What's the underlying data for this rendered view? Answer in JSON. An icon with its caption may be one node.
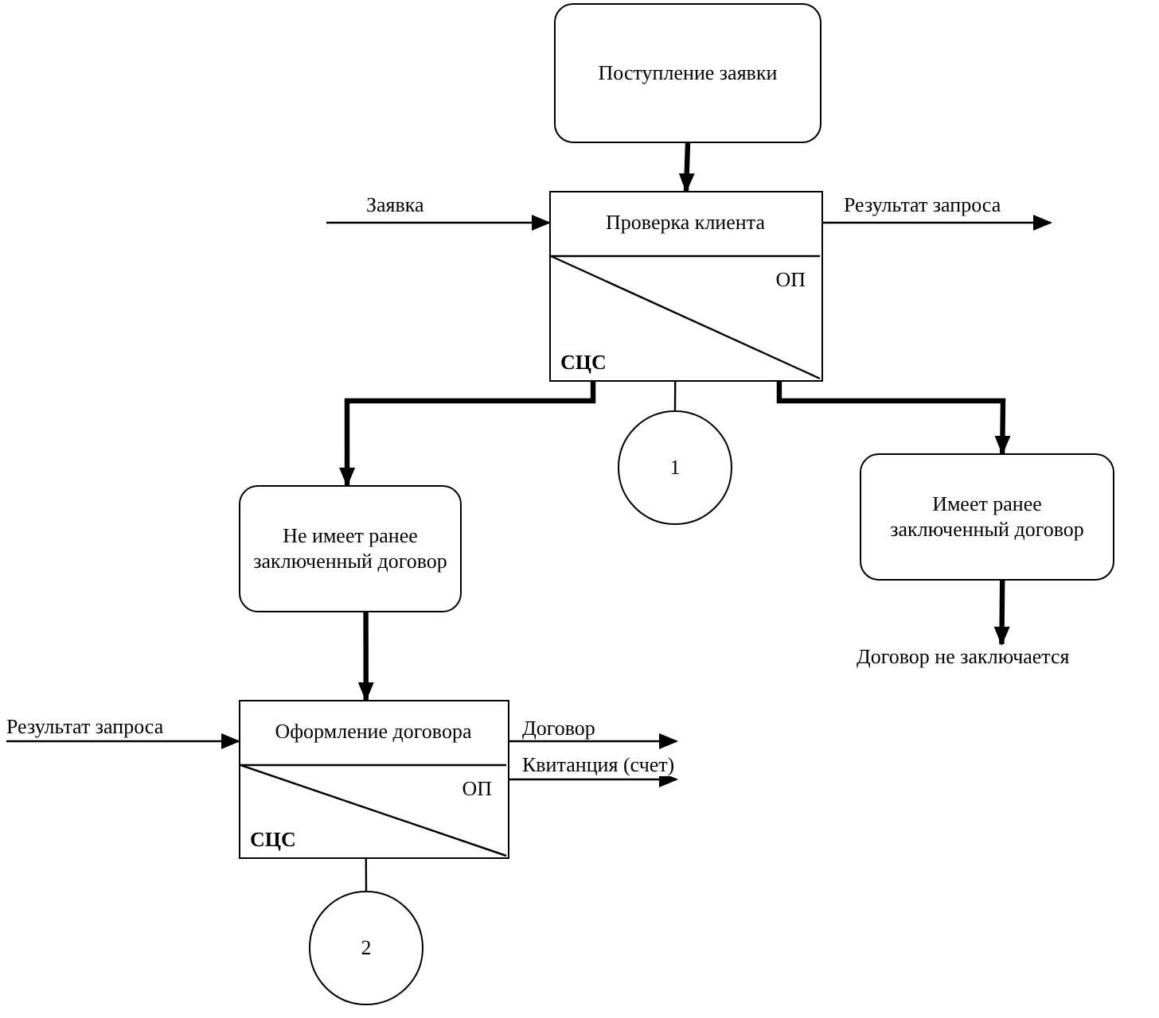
{
  "diagram": {
    "nodes": [
      {
        "text": [
          "Поступление заявки"
        ]
      },
      {
        "text": [
          "Проверка клиента",
          "ОП",
          "СЦС"
        ]
      },
      {
        "text": [
          "1"
        ]
      },
      {
        "text": [
          "Не имеет ранее заключенный договор"
        ]
      },
      {
        "text": [
          "Имеет ранее заключенный договор"
        ]
      },
      {
        "text": [
          "Договор не заключается"
        ]
      },
      {
        "text": [
          "Оформление договора",
          "ОП",
          "СЦС"
        ]
      },
      {
        "text": [
          "2"
        ]
      }
    ],
    "edges": [
      {
        "from": 0,
        "to": 1,
        "arrow": "to",
        "style": "thick"
      },
      {
        "from": null,
        "to": 1,
        "arrow": "to",
        "label": "Заявка"
      },
      {
        "from": 1,
        "to": null,
        "arrow": "to",
        "label": "Результат запроса"
      },
      {
        "from": 1,
        "to": 2,
        "arrow": "none"
      },
      {
        "from": 1,
        "to": 3,
        "arrow": "to",
        "style": "thick"
      },
      {
        "from": 1,
        "to": 4,
        "arrow": "to",
        "style": "thick"
      },
      {
        "from": 4,
        "to": 5,
        "arrow": "to",
        "style": "thick"
      },
      {
        "from": 3,
        "to": 6,
        "arrow": "to",
        "style": "thick"
      },
      {
        "from": null,
        "to": 6,
        "arrow": "to",
        "label": "Результат запроса"
      },
      {
        "from": 6,
        "to": null,
        "arrow": "to",
        "label": "Договор"
      },
      {
        "from": 6,
        "to": null,
        "arrow": "to",
        "label": "Квитанция (счет)"
      },
      {
        "from": 6,
        "to": 7,
        "arrow": "none"
      }
    ]
  }
}
